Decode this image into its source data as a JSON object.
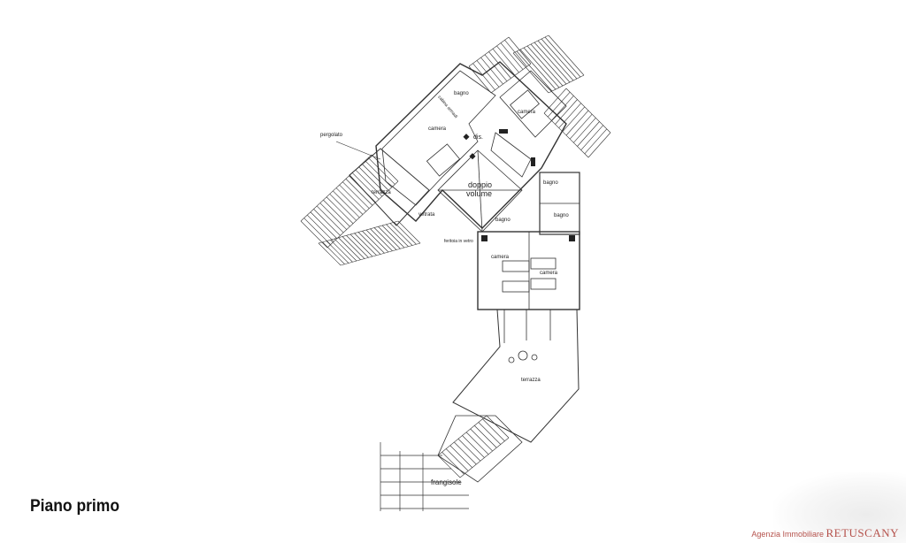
{
  "title": "Piano primo",
  "footer": {
    "prefix": "Agenzia Immobiliare",
    "brand": "RETUSCANY"
  },
  "labels": {
    "bagno_top": "bagno",
    "cabina": "cabina armadi",
    "camera_nw": "camera",
    "camera_ne": "camera",
    "dis": "dis.",
    "pergolato": "pergolato",
    "terrazza_w": "terrazza",
    "doppio": "doppio",
    "volume": "volume",
    "vetrata": "vetrata",
    "feritoia": "feritoia in vetro",
    "bagno_c": "bagno",
    "bagno_r1": "bagno",
    "bagno_r2": "bagno",
    "camera_s1": "camera",
    "camera_s2": "camera",
    "terrazza_s": "terrazza",
    "frangisole": "frangisole"
  }
}
